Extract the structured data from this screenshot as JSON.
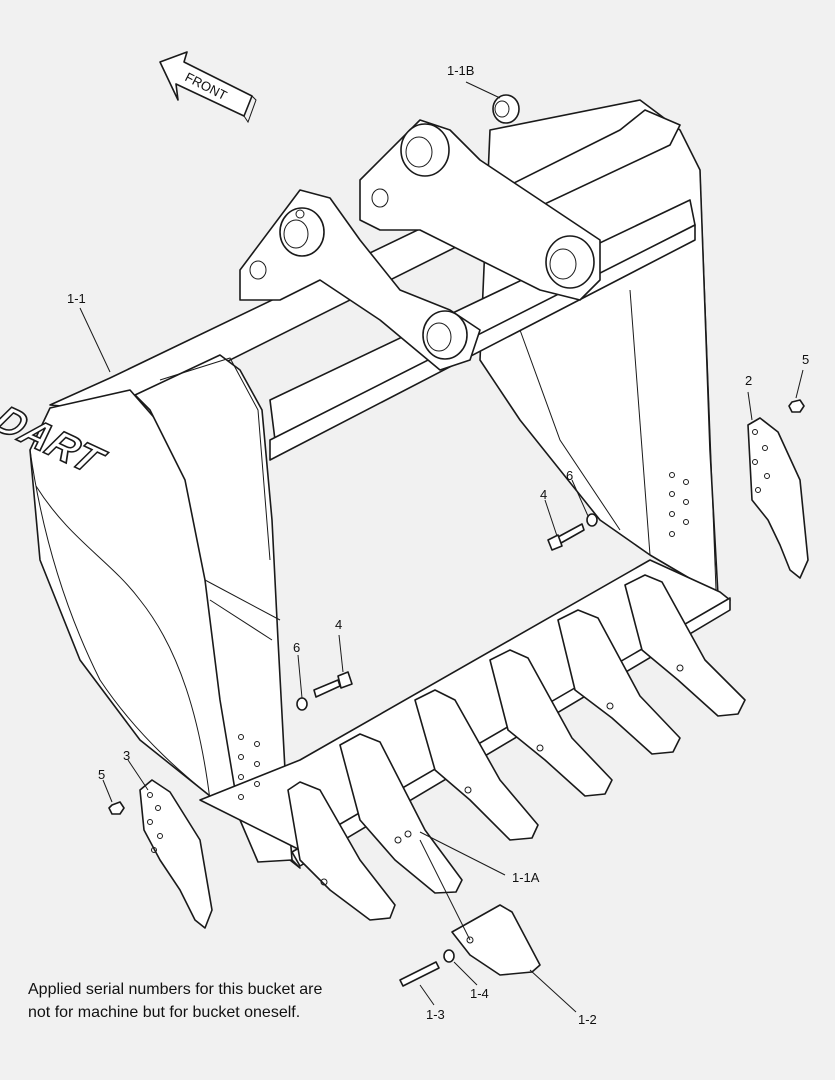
{
  "direction_arrow": {
    "label": "FRONT"
  },
  "logo_text": "DART",
  "callouts": {
    "c_1_1B": "1-1B",
    "c_1_1": "1-1",
    "c_2": "2",
    "c_5_right": "5",
    "c_6_upper": "6",
    "c_4_upper": "4",
    "c_6_lower": "6",
    "c_4_lower": "4",
    "c_3": "3",
    "c_5_left": "5",
    "c_1_1A": "1-1A",
    "c_1_3": "1-3",
    "c_1_4": "1-4",
    "c_1_2": "1-2"
  },
  "note": {
    "line1": "Applied serial numbers for this bucket are",
    "line2": "not for machine but for bucket oneself."
  }
}
